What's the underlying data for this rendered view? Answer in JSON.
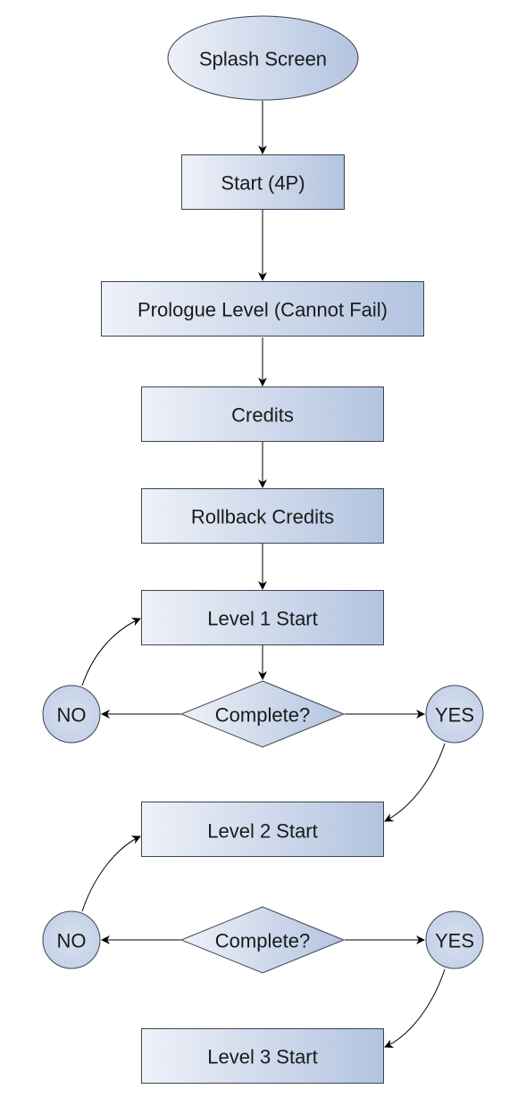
{
  "nodes": {
    "splash": "Splash Screen",
    "start": "Start (4P)",
    "prologue": "Prologue Level (Cannot Fail)",
    "credits": "Credits",
    "rollback": "Rollback Credits",
    "level1": "Level 1 Start",
    "decision1": "Complete?",
    "no1": "NO",
    "yes1": "YES",
    "level2": "Level 2 Start",
    "decision2": "Complete?",
    "no2": "NO",
    "yes2": "YES",
    "level3": "Level 3 Start"
  },
  "colors": {
    "fill_light": "#eef1f8",
    "fill_dark": "#b3c4e0",
    "circle_fill": "#c9d4e8"
  }
}
